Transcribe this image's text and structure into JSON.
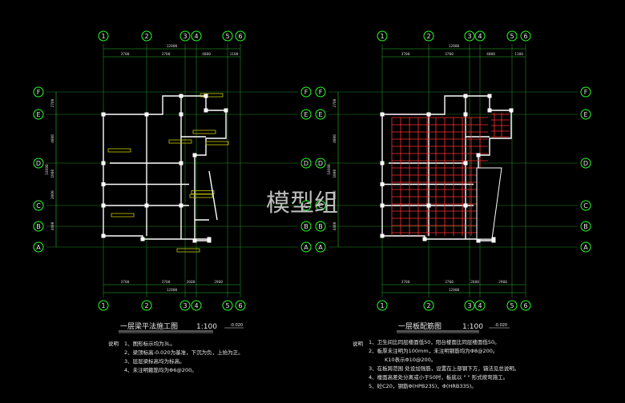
{
  "left_plan": {
    "title": "一层梁平法施工图",
    "scale": "1:100",
    "elevation": "-0.020",
    "dim_top_total": "12800",
    "dim_top_segments": [
      "3700",
      "3700",
      "4000",
      "1100"
    ],
    "dim_bottom_segments": [
      "3700",
      "3700",
      "2600",
      "2900"
    ],
    "dim_bottom_total": "12800",
    "dim_left_segments": [
      "2700",
      "4000",
      "1800",
      "2000",
      "4400"
    ],
    "dim_left_total": "14600",
    "notes_label": "说明",
    "notes": [
      "1、图形标示均为3L。",
      "2、梁顶标高-0.020为基准，下沉为负，上抬为正。",
      "3、层层梁标高均为标高。",
      "4、未注明箍筋均为Φ6@200。"
    ]
  },
  "right_plan": {
    "title": "一层板配筋图",
    "scale": "1:100",
    "elevation": "-0.020",
    "dim_top_total": "12800",
    "dim_top_segments": [
      "3700",
      "3700",
      "4000",
      "1100"
    ],
    "dim_bottom_segments": [
      "3700",
      "3700",
      "2600",
      "2900"
    ],
    "dim_bottom_total": "12800",
    "dim_left_segments": [
      "2700",
      "4000",
      "1800",
      "2000",
      "4400"
    ],
    "dim_left_total": "14600",
    "notes_label": "说明",
    "notes": [
      "1、卫生间比同层楼面低50，阳台楼面比同层楼面低50。",
      "2、板厚未注明为100mm，未注明钢筋均为Φ8@200。",
      "K10表示Φ10@200。",
      "3、在板跨范围   处设加强筋，设置在上部钢下方，锚法见总说明。",
      "4、楼面高差处分离或小于50时，板底以 \"     \" 形式按弯施工。",
      "5、砼C20，钢筋Φ(HPB235)，Φ(HRB335)。"
    ]
  },
  "axis_cols": [
    "1",
    "2",
    "3",
    "4",
    "5",
    "6"
  ],
  "axis_rows": [
    "F",
    "E",
    "D",
    "C",
    "B",
    "A"
  ],
  "watermark": "模型组",
  "colors": {
    "background": "#000000",
    "axis": "#27ff27",
    "walls": "#ffffff",
    "rebar": "#ff3030",
    "beam_text": "#c8c800"
  }
}
